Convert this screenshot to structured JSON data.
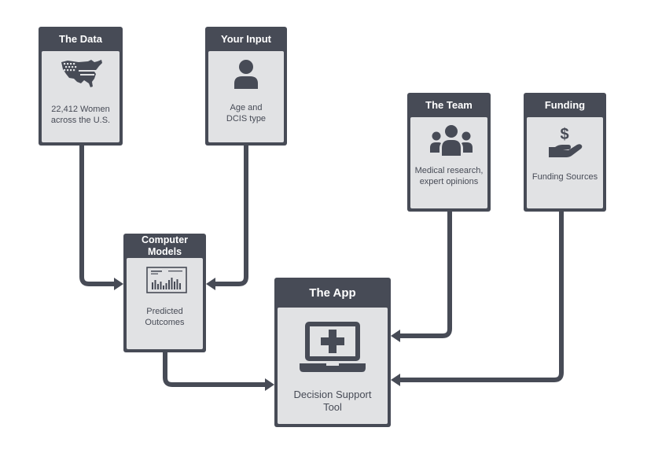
{
  "colors": {
    "card_dark": "#474b56",
    "card_light": "#e1e2e4",
    "connector": "#474b56",
    "text_dark": "#474b56",
    "background": "#ffffff"
  },
  "nodes": {
    "data": {
      "title": "The Data",
      "text": "22,412 Women across the U.S.",
      "icon": "usa-map-icon"
    },
    "input": {
      "title": "Your Input",
      "text": "Age and DCIS type",
      "icon": "person-icon"
    },
    "team": {
      "title": "The Team",
      "text": "Medical research, expert opinions",
      "icon": "group-icon"
    },
    "funding": {
      "title": "Funding",
      "text": "Funding Sources",
      "icon": "dollar-hand-icon"
    },
    "models": {
      "title": "Computer Models",
      "text": "Predicted Outcomes",
      "icon": "bar-chart-icon"
    },
    "app": {
      "title": "The App",
      "text": "Decision Support Tool",
      "icon": "laptop-plus-icon"
    }
  },
  "connections": [
    {
      "from": "data",
      "to": "models"
    },
    {
      "from": "input",
      "to": "models"
    },
    {
      "from": "models",
      "to": "app"
    },
    {
      "from": "team",
      "to": "app"
    },
    {
      "from": "funding",
      "to": "app"
    }
  ]
}
